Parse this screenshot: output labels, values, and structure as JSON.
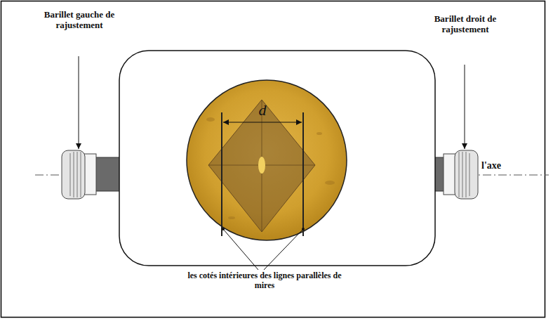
{
  "diagram": {
    "labels": [
      "Barillet gauche de rajustement",
      "d",
      "Barillet droit de rajustement",
      "l'axe",
      "les cotés intérieures des lignes parallèles de mires"
    ]
  }
}
